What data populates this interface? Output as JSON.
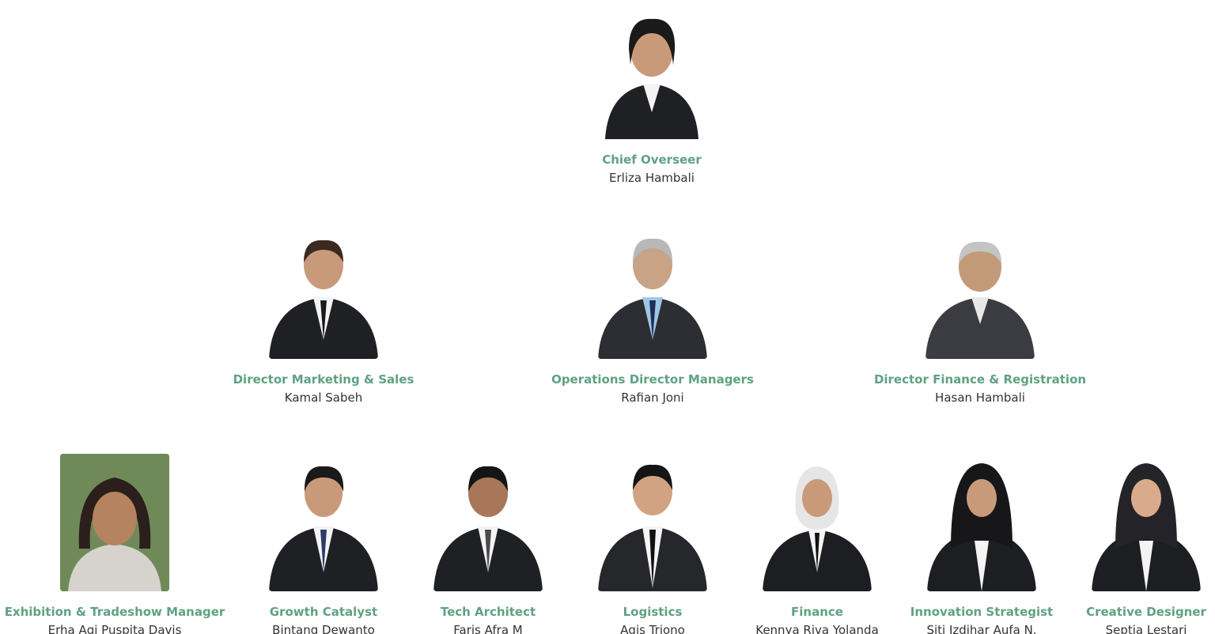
{
  "members": [
    {
      "role": "Chief Overseer",
      "name": "Erliza Hambali"
    },
    {
      "role": "Director Marketing & Sales",
      "name": "Kamal Sabeh"
    },
    {
      "role": "Operations Director Managers",
      "name": "Rafian Joni"
    },
    {
      "role": "Director Finance & Registration",
      "name": "Hasan Hambali"
    },
    {
      "role": "Exhibition & Tradeshow Manager",
      "name": "Erha Agi Puspita Davis"
    },
    {
      "role": "Growth Catalyst",
      "name": "Bintang Dewanto"
    },
    {
      "role": "Tech Architect",
      "name": "Faris Afra M"
    },
    {
      "role": "Logistics",
      "name": "Agis Triono"
    },
    {
      "role": "Finance",
      "name": "Kennya Riva Yolanda"
    },
    {
      "role": "Innovation Strategist",
      "name": "Siti Izdihar Aufa N."
    },
    {
      "role": "Creative Designer",
      "name": "Septia Lestari"
    }
  ],
  "colors": {
    "role": "#5fa184",
    "name": "#333333",
    "suit": "#1f2024",
    "skin": "#c99a7a"
  }
}
